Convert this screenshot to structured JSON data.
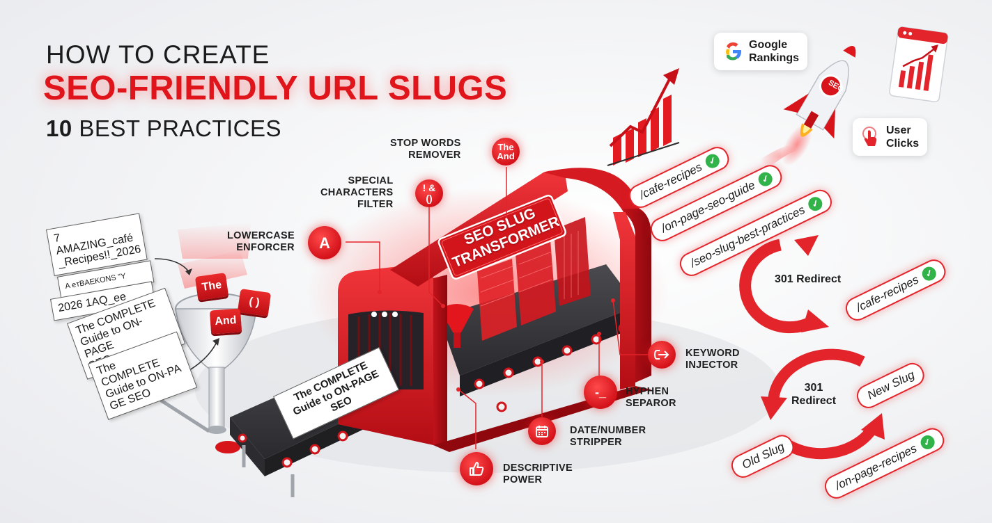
{
  "title": {
    "line1": "HOW TO CREATE",
    "line2": "SEO-FRIENDLY URL SLUGS",
    "line3_number": "10",
    "line3_text": " BEST PRACTICES"
  },
  "machine": {
    "sign": "SEO SLUG TRANSFORMER",
    "belt_card": "The COMPLETE Guide to ON-PAGE SEO"
  },
  "labels": {
    "stop_words": "STOP WORDS\nREMOVER",
    "stop_words_icon": "The\nAnd",
    "special_chars": "SPECIAL\nCHARACTERS\nFILTER",
    "special_chars_icon": "! &\n()",
    "lowercase": "LOWERCASE\nENFORCER",
    "lowercase_icon": "A",
    "keyword": "KEYWORD\nINJECTOR",
    "hyphen": "HYPHEN\nSEPAROR",
    "hyphen_icon": "-_",
    "date": "DATE/NUMBER\nSTRIPPER",
    "descriptive": "DESCRIPTIVE\nPOWER"
  },
  "input_papers": [
    "7\nAMAZING_café\n_Recipes!!_2026",
    "A  eтBAEKONS  \"Y",
    "2026 1AQ_ee",
    "The COMPLETE\nGuide to ON-PAGE\nSEO",
    "The COMPLETE\nGuide to ON-PA\nGE SEO"
  ],
  "funnel_cubes": [
    "The",
    "( )",
    "And"
  ],
  "output_slugs": [
    {
      "text": "/cafe-recipes",
      "ok": true
    },
    {
      "text": "/on-page-seo-guide",
      "ok": true
    },
    {
      "text": "/seo-slug-best-practices",
      "ok": true
    }
  ],
  "redirect1": {
    "label": "301 Redirect",
    "slug": "/cafe-recipes"
  },
  "redirect2": {
    "label": "301\nRedirect",
    "old": "Old Slug",
    "new": "New Slug",
    "slug": "/on-page-recipes"
  },
  "badges": {
    "google": "Google\nRankings",
    "clicks": "User\nClicks",
    "rocket": "SEO"
  },
  "colors": {
    "accent": "#e0151c",
    "dark": "#1b1b1b",
    "check": "#31b34a"
  },
  "icons": [
    "google-logo-icon",
    "rocket-icon",
    "growth-chart-icon",
    "browser-chart-icon",
    "cursor-click-icon",
    "check-icon",
    "calendar-icon",
    "thumbs-up-icon",
    "keyword-arrow-icon",
    "redirect-arrow-icon"
  ]
}
